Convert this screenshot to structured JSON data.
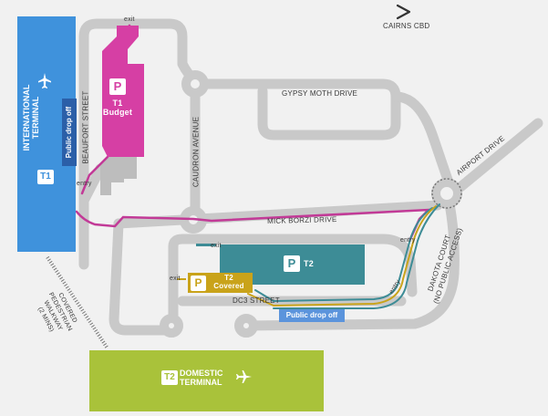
{
  "colors": {
    "road": "#c9c9c9",
    "background": "#f1f1f1",
    "international": "#3f92dc",
    "public_dropoff_dark": "#2b5fa8",
    "public_dropoff_light": "#5b94dc",
    "t1_budget": "#d63fa4",
    "t2_terminal": "#3d8c96",
    "t2_covered": "#c9a31a",
    "domestic": "#a9c23a",
    "route_pink": "#c23a97",
    "route_teal": "#3d8c96",
    "route_yellow": "#c9a31a"
  },
  "direction": {
    "label": "CAIRNS CBD",
    "icon": "chevron-right-icon"
  },
  "streets": {
    "gypsy_moth": "GYPSY MOTH DRIVE",
    "beaufort": "BEAUFORT STREET",
    "caudron": "CAUDRON AVENUE",
    "mick_borzi": "MICK BORZI DRIVE",
    "airport_drive": "AIRPORT DRIVE",
    "dakota_court": "DAKOTA COURT",
    "dakota_note": "(NO PUBLIC ACCESS)",
    "dc3": "DC3 STREET"
  },
  "markers": {
    "exit_top": "exit",
    "entry_t1": "entry",
    "exit_t2": "exit",
    "exit_cov": "exit",
    "entry_t2": "entry",
    "entry_cov": "entry"
  },
  "terminals": {
    "international": {
      "line1": "INTERNATIONAL",
      "line2": "TERMINAL",
      "badge": "T1",
      "icon": "airplane-icon"
    },
    "domestic": {
      "line1": "DOMESTIC",
      "line2": "TERMINAL",
      "badge": "T2",
      "icon": "airplane-icon"
    }
  },
  "parking": {
    "t1_budget": {
      "symbol": "P",
      "line1": "T1",
      "line2": "Budget"
    },
    "t2": {
      "symbol": "P",
      "label": "T2"
    },
    "t2_covered": {
      "symbol": "P",
      "line1": "T2",
      "line2": "Covered"
    }
  },
  "public_dropoff": {
    "t1": "Public drop off",
    "t2": "Public drop off"
  },
  "walkway": {
    "line1": "COVERED",
    "line2": "PEDESTRIAN",
    "line3": "WALKWAY",
    "line4": "(2 MINS)"
  }
}
